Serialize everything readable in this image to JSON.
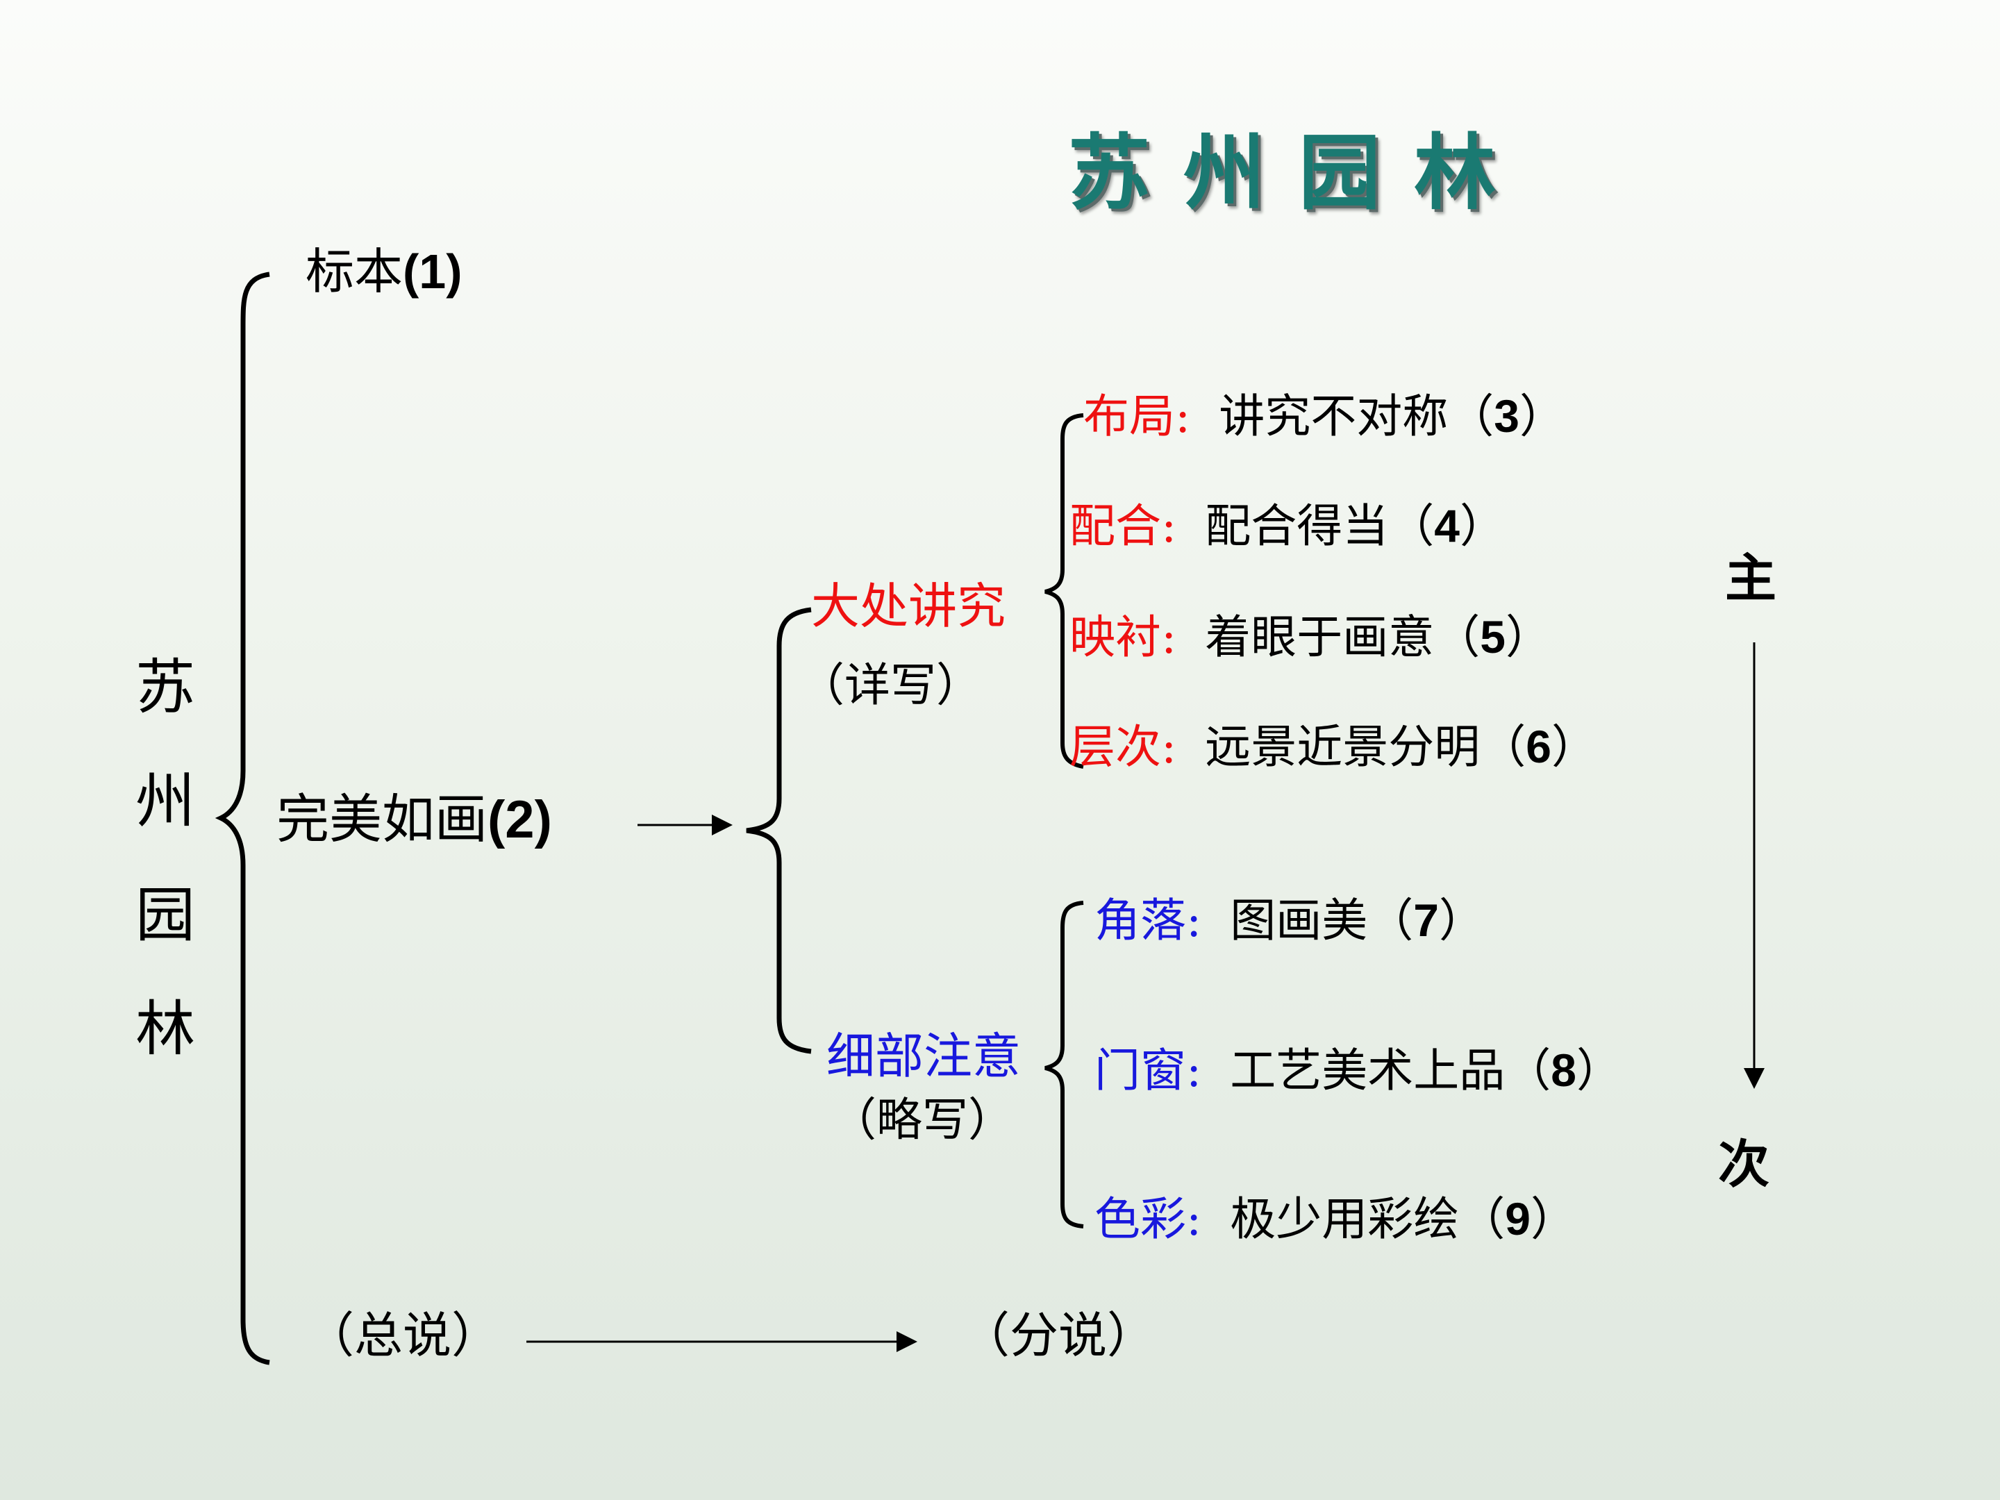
{
  "title": "苏州园林",
  "root": [
    "苏",
    "州",
    "园",
    "林"
  ],
  "branch1": {
    "text": "标本",
    "num": "(1)"
  },
  "branch2": {
    "text": "完美如画",
    "num": "(2)"
  },
  "big": {
    "label": "大处讲究",
    "note": "（详写）"
  },
  "detail": {
    "label": "细部注意",
    "note": "（略写）"
  },
  "big_items": [
    {
      "key": "布局",
      "sep": ":",
      "text": "讲究不对称（",
      "num": "3",
      "close": "）"
    },
    {
      "key": "配合",
      "sep": ":",
      "text": "配合得当（",
      "num": "4",
      "close": "）"
    },
    {
      "key": "映衬",
      "sep": ":",
      "text": "着眼于画意（",
      "num": "5",
      "close": "）"
    },
    {
      "key": "层次",
      "sep": ":",
      "text": "远景近景分明（",
      "num": "6",
      "close": "）"
    }
  ],
  "detail_items": [
    {
      "key": "角落",
      "sep": ":",
      "text": "图画美（",
      "num": "7",
      "close": "）"
    },
    {
      "key": "门窗",
      "sep": ":",
      "text": "工艺美术上品（",
      "num": "8",
      "close": "）"
    },
    {
      "key": "色彩",
      "sep": ":",
      "text": "极少用彩绘（",
      "num": "9",
      "close": "）"
    }
  ],
  "bottom": {
    "left": "（总说）",
    "right": "（分说）"
  },
  "side": {
    "top": "主",
    "bottom": "次"
  },
  "colors": {
    "title": "#1a7a72",
    "red": "#ee1111",
    "blue": "#1818dd"
  }
}
